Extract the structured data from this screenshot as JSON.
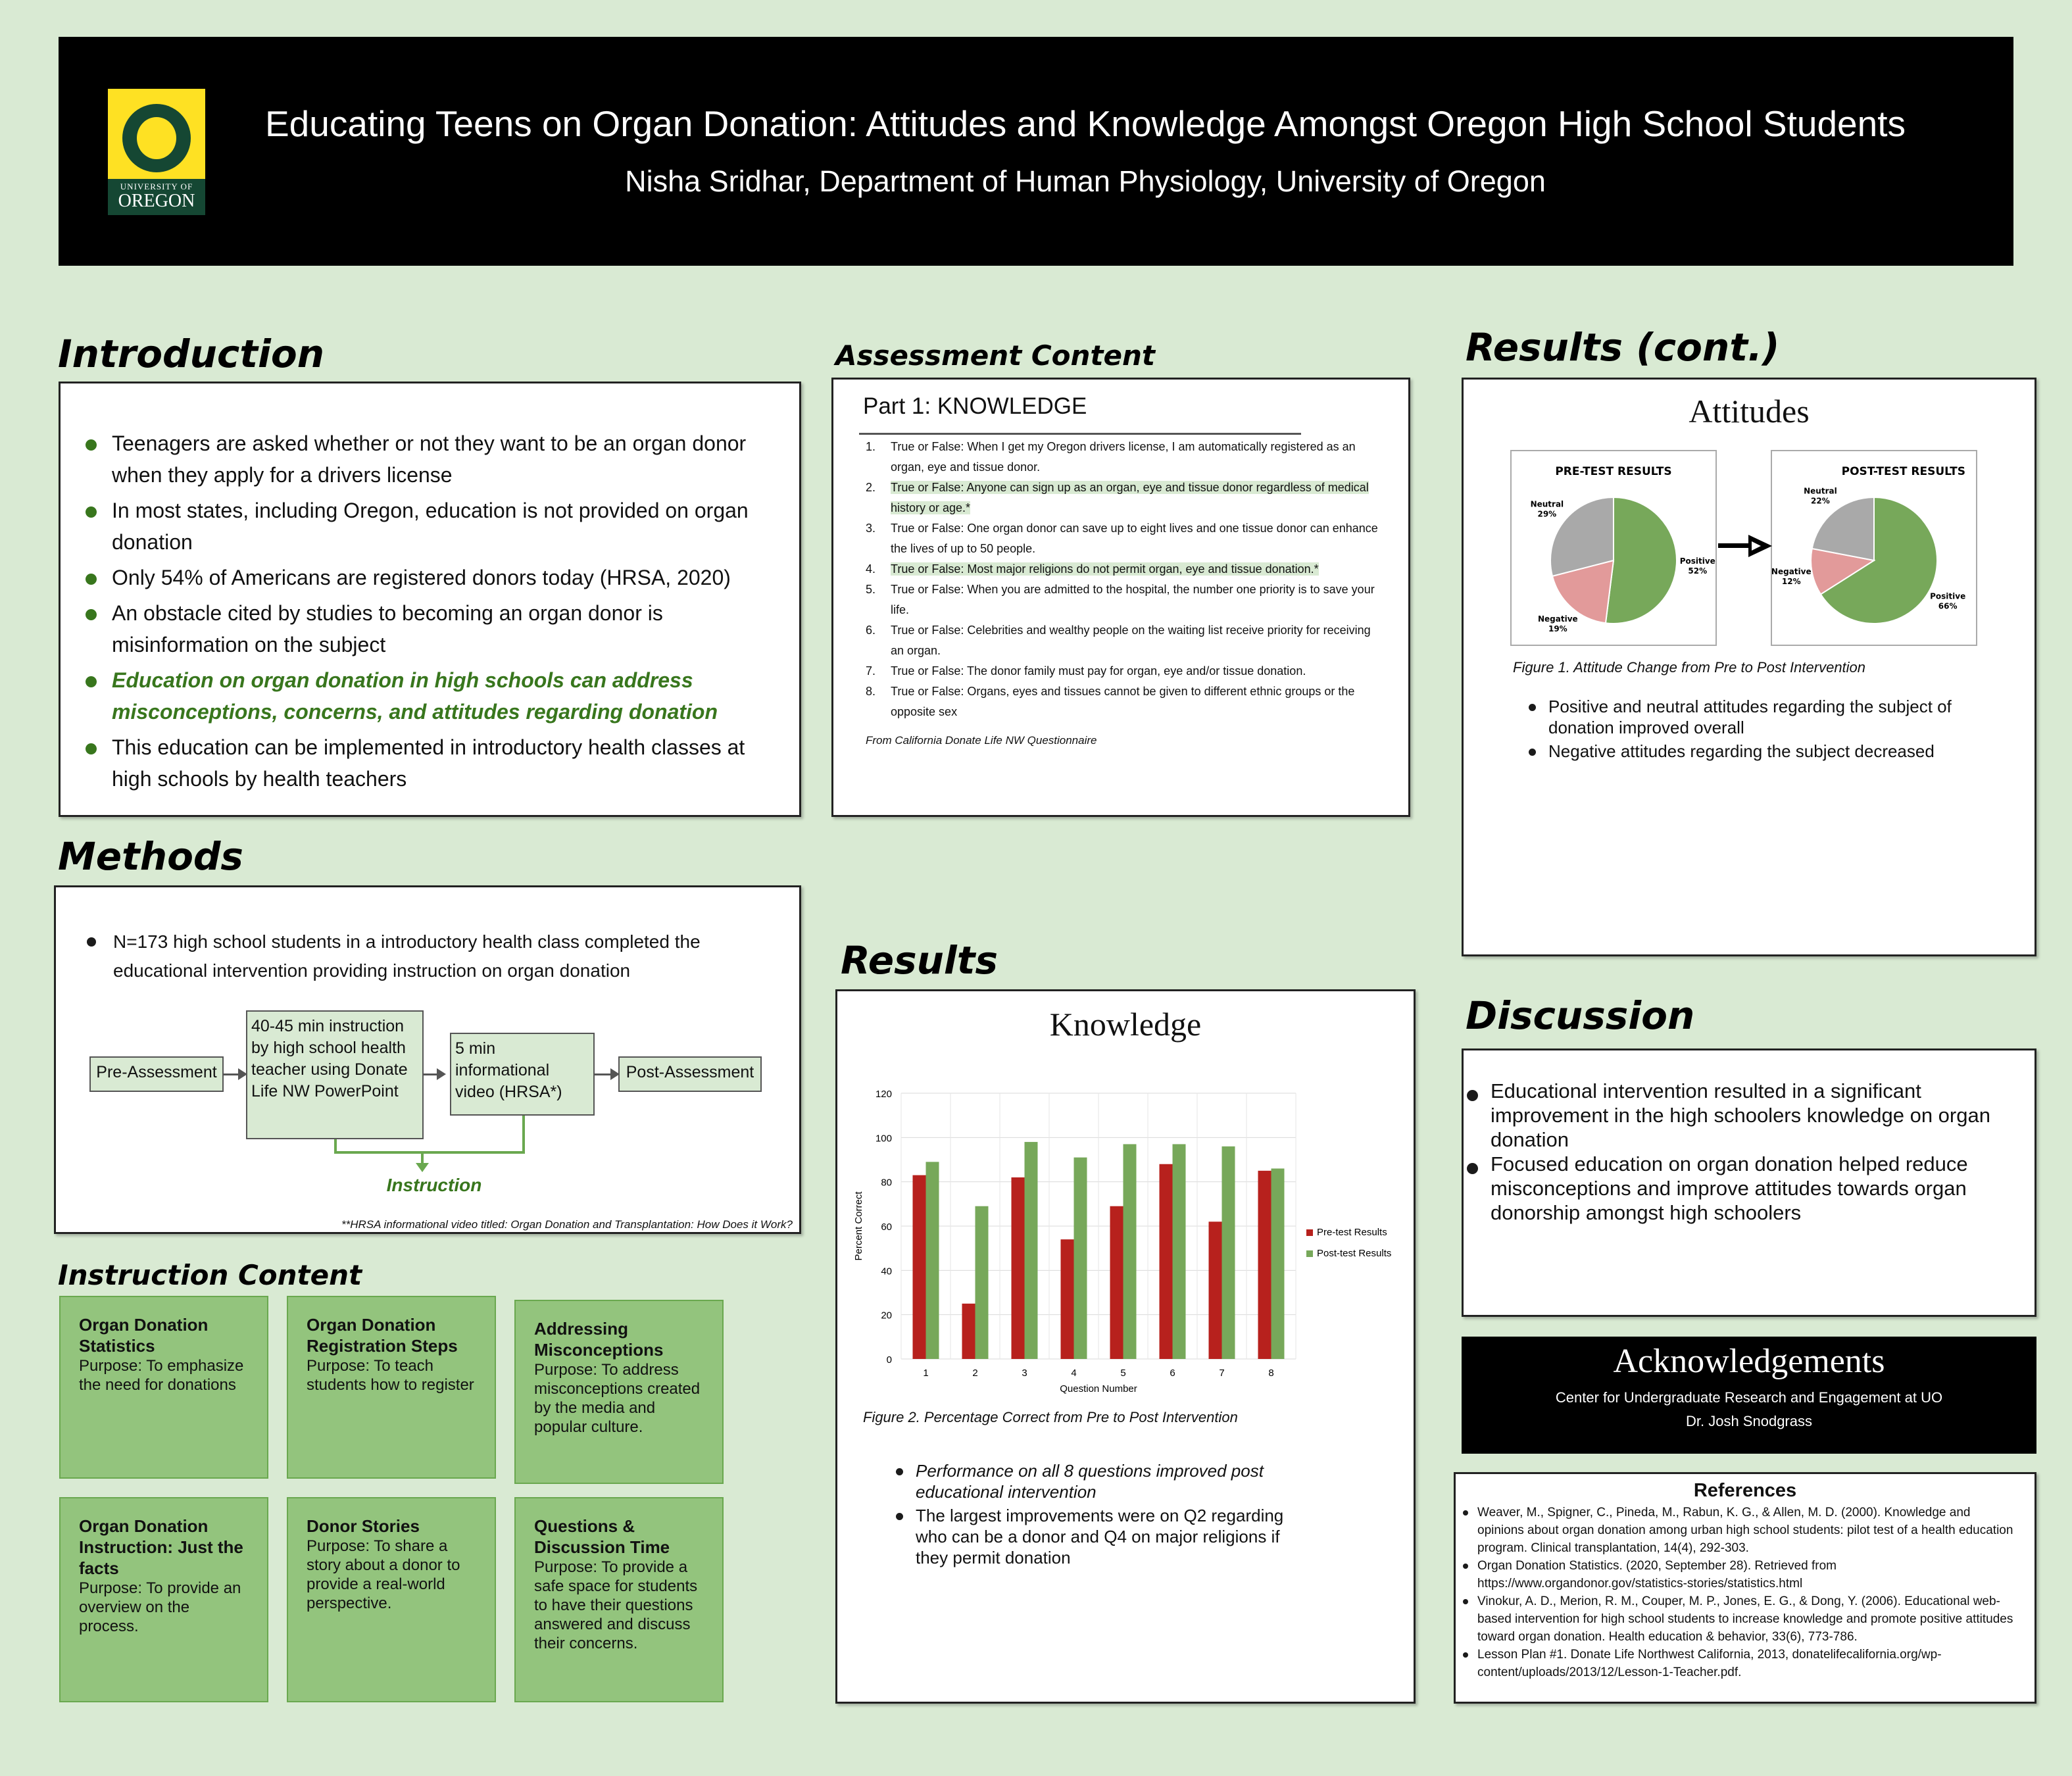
{
  "header": {
    "title": "Educating Teens on Organ Donation: Attitudes and Knowledge Amongst Oregon High School Students",
    "subtitle": "Nisha Sridhar,  Department of Human Physiology, University of Oregon",
    "logo_line1": "UNIVERSITY OF",
    "logo_line2": "OREGON"
  },
  "introduction": {
    "heading": "Introduction",
    "bullets": [
      "Teenagers are asked whether or not they want to be an organ donor when they apply for a drivers license",
      "In most states, including Oregon, education is not provided on organ donation",
      "Only 54% of Americans are registered donors today (HRSA, 2020)",
      "An obstacle cited by studies to becoming an organ donor is misinformation on the subject",
      "Education on organ donation in high schools can address misconceptions, concerns, and attitudes regarding donation",
      "This education can be implemented in introductory health classes at high schools by health teachers"
    ]
  },
  "methods": {
    "heading": "Methods",
    "bullet": "N=173 high school students in a introductory health class completed the educational intervention providing instruction on organ donation",
    "flow": {
      "pre": "Pre-Assessment",
      "instruction": "40-45 min instruction by high school health teacher using Donate Life NW PowerPoint",
      "video": "5 min informational video (HRSA*)",
      "post": "Post-Assessment",
      "bracket_label": "Instruction"
    },
    "footnote": "**HRSA informational video titled: Organ Donation and Transplantation: How Does it Work?"
  },
  "instruction_content": {
    "heading": "Instruction Content",
    "cards": [
      {
        "title": "Organ Donation Statistics",
        "body": "Purpose: To emphasize the need for donations"
      },
      {
        "title": "Organ Donation Registration Steps",
        "body": "Purpose: To teach students how to register"
      },
      {
        "title": "Addressing Misconceptions",
        "body": "Purpose: To address misconceptions created by the media and popular culture."
      },
      {
        "title": "Organ Donation Instruction: Just the facts",
        "body": "Purpose: To provide an overview on the process."
      },
      {
        "title": "Donor Stories",
        "body": "Purpose: To share a story about a donor to provide a real-world perspective."
      },
      {
        "title": "Questions & Discussion Time",
        "body": "Purpose: To provide a safe space for students to have their questions answered and discuss their concerns."
      }
    ]
  },
  "assessment": {
    "heading": "Assessment Content",
    "part": "Part 1: KNOWLEDGE",
    "items": [
      "True or False: When I get my Oregon drivers license, I am automatically registered as an organ, eye and tissue donor.",
      "True or False: Anyone can sign up as an organ, eye and tissue donor regardless of medical history or age.*",
      "True or False: One organ donor can save up to eight lives and one tissue donor can enhance the lives of up to 50 people.",
      "True or False: Most major religions do not permit organ, eye and tissue donation.*",
      "True or False: When you are admitted to the hospital, the number one priority is to save your life.",
      "True or False: Celebrities and wealthy people on the waiting list receive priority for receiving an organ.",
      "True or False: The donor family must pay for organ, eye and/or tissue donation.",
      "True or False: Organs, eyes and tissues cannot be given to different ethnic groups or the opposite sex"
    ],
    "source": "From California Donate Life NW Questionnaire"
  },
  "results": {
    "heading": "Results",
    "figure_caption": "Figure 2. Percentage Correct from Pre to Post Intervention",
    "bullets": [
      "Performance on all 8 questions improved post educational intervention",
      "The largest improvements were on Q2 regarding who can be a donor and Q4 on major religions if they permit donation"
    ]
  },
  "results_cont": {
    "heading": "Results (cont.)",
    "figure_caption": "Figure 1. Attitude Change from Pre to Post Intervention",
    "bullets": [
      "Positive and neutral attitudes regarding the subject of donation improved overall",
      "Negative attitudes regarding the subject decreased"
    ]
  },
  "discussion": {
    "heading": "Discussion",
    "bullets": [
      "Educational intervention resulted in a significant improvement in the high schoolers knowledge on organ donation",
      "Focused education on organ donation helped reduce misconceptions and improve attitudes towards organ donorship amongst high schoolers"
    ]
  },
  "acknowledgements": {
    "heading": "Acknowledgements",
    "lines": [
      "Center for Undergraduate Research and Engagement at UO",
      "Dr. Josh Snodgrass"
    ]
  },
  "references": {
    "heading": "References",
    "items": [
      "Weaver, M., Spigner, C., Pineda, M., Rabun, K. G., & Allen, M. D. (2000). Knowledge and opinions about organ donation among urban high school students: pilot test of a health education program. Clinical transplantation, 14(4), 292-303.",
      "Organ Donation Statistics. (2020, September 28). Retrieved from https://www.organdonor.gov/statistics-stories/statistics.html",
      "Vinokur, A. D., Merion, R. M., Couper, M. P., Jones, E. G., & Dong, Y. (2006). Educational web-based intervention for high school students to increase knowledge and promote positive attitudes toward organ donation. Health education & behavior, 33(6), 773-786.",
      "Lesson Plan #1. Donate Life Northwest California, 2013, donatelifecalifornia.org/wp-content/uploads/2013/12/Lesson-1-Teacher.pdf."
    ]
  },
  "chart_data": [
    {
      "type": "bar",
      "title": "Knowledge",
      "xlabel": "Question Number",
      "ylabel": "Percent Correct",
      "categories": [
        "1",
        "2",
        "3",
        "4",
        "5",
        "6",
        "7",
        "8"
      ],
      "ylim": [
        0,
        120
      ],
      "yticks": [
        0,
        20,
        40,
        60,
        80,
        100,
        120
      ],
      "grid": true,
      "legend": "right",
      "series": [
        {
          "name": "Pre-test Results",
          "color": "#b7211d",
          "values": [
            83,
            25,
            82,
            54,
            69,
            88,
            62,
            85
          ]
        },
        {
          "name": "Post-test Results",
          "color": "#77a85a",
          "values": [
            89,
            69,
            98,
            91,
            97,
            97,
            96,
            86
          ]
        }
      ]
    },
    {
      "type": "pie",
      "title": "Attitudes",
      "subtitle": "PRE-TEST RESULTS",
      "labels": [
        "Positive",
        "Negative",
        "Neutral"
      ],
      "values": [
        52,
        19,
        29
      ],
      "value_labels": [
        "52%",
        "19%",
        "29%"
      ],
      "colors": [
        "#77a85a",
        "#e29a9a",
        "#a9a9a9"
      ]
    },
    {
      "type": "pie",
      "subtitle": "POST-TEST RESULTS",
      "labels": [
        "Positive",
        "Negative",
        "Neutral"
      ],
      "values": [
        66,
        12,
        22
      ],
      "value_labels": [
        "66%",
        "12%",
        "22%"
      ],
      "colors": [
        "#77a85a",
        "#e29a9a",
        "#a9a9a9"
      ]
    }
  ]
}
